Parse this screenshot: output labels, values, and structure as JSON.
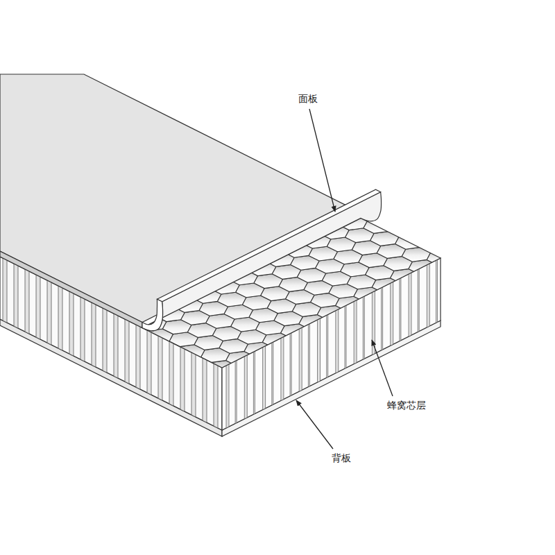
{
  "diagram": {
    "labels": [
      "面板",
      "蜂窝芯层",
      "背板"
    ]
  }
}
